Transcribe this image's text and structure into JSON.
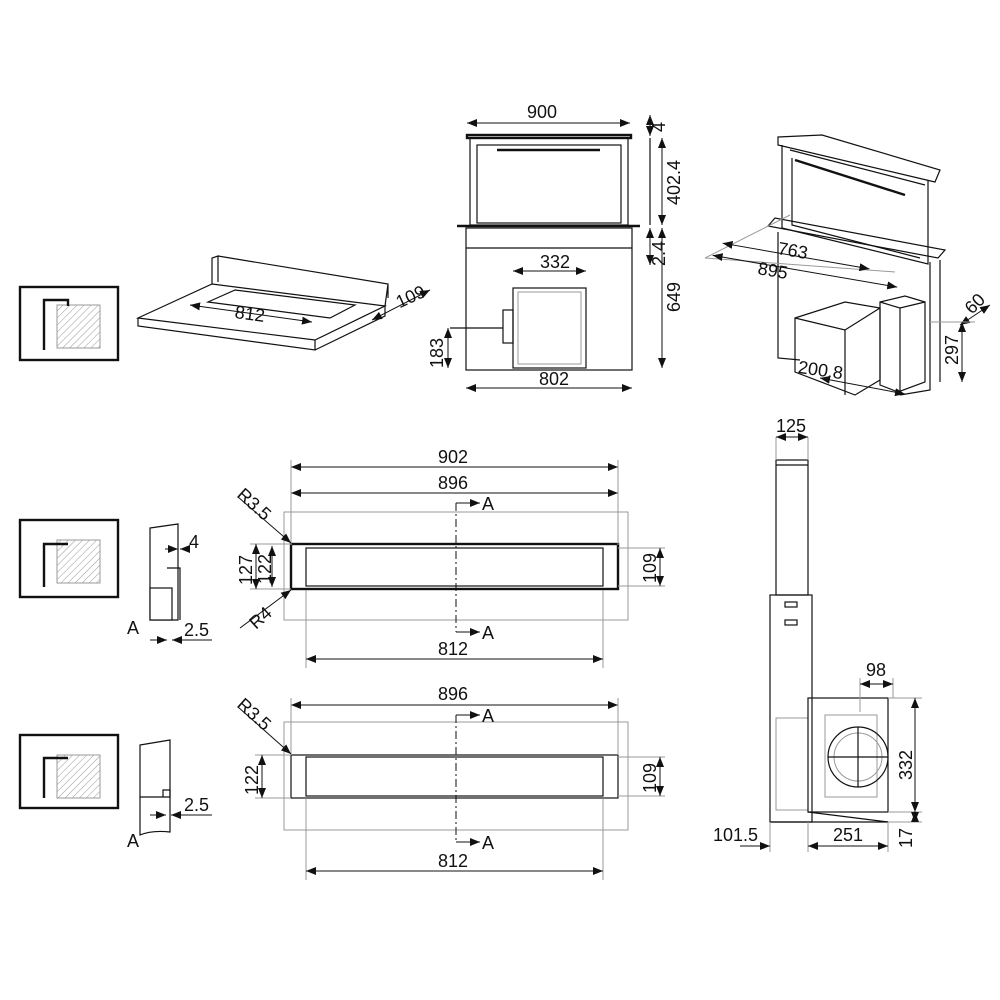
{
  "colors": {
    "line": "#111111",
    "hatch": "#999999",
    "background": "#ffffff"
  },
  "countertop": {
    "width": "812",
    "depth": "109"
  },
  "front_view": {
    "width_top": "900",
    "top_thickness": "4",
    "raised_height": "402.4",
    "glass_thickness": "2.4",
    "body_height": "649",
    "motor_width": "332",
    "outlet_height": "183",
    "body_width": "802"
  },
  "iso_view": {
    "inner_width": "763",
    "outer_width": "895",
    "motor_depth": "200.8",
    "unit_depth": "60",
    "motor_height": "297"
  },
  "cutout_flush": {
    "outer_width": "902",
    "inner_width": "896",
    "radius_top": "R3.5",
    "radius_bottom": "R4",
    "outer_height": "127",
    "inner_height": "122",
    "depth": "109",
    "slot_width": "812",
    "section_marker": "A",
    "section_label": "A",
    "rebate_depth": "4",
    "rebate_offset": "2.5"
  },
  "cutout_standard": {
    "width": "896",
    "radius": "R3.5",
    "height": "122",
    "depth": "109",
    "slot_width": "812",
    "section_marker": "A",
    "section_label": "A",
    "offset": "2.5"
  },
  "side_view": {
    "duct_width": "125",
    "fan_offset": "98",
    "fan_height": "332",
    "front_offset": "101.5",
    "box_depth": "251",
    "base_height": "17"
  }
}
